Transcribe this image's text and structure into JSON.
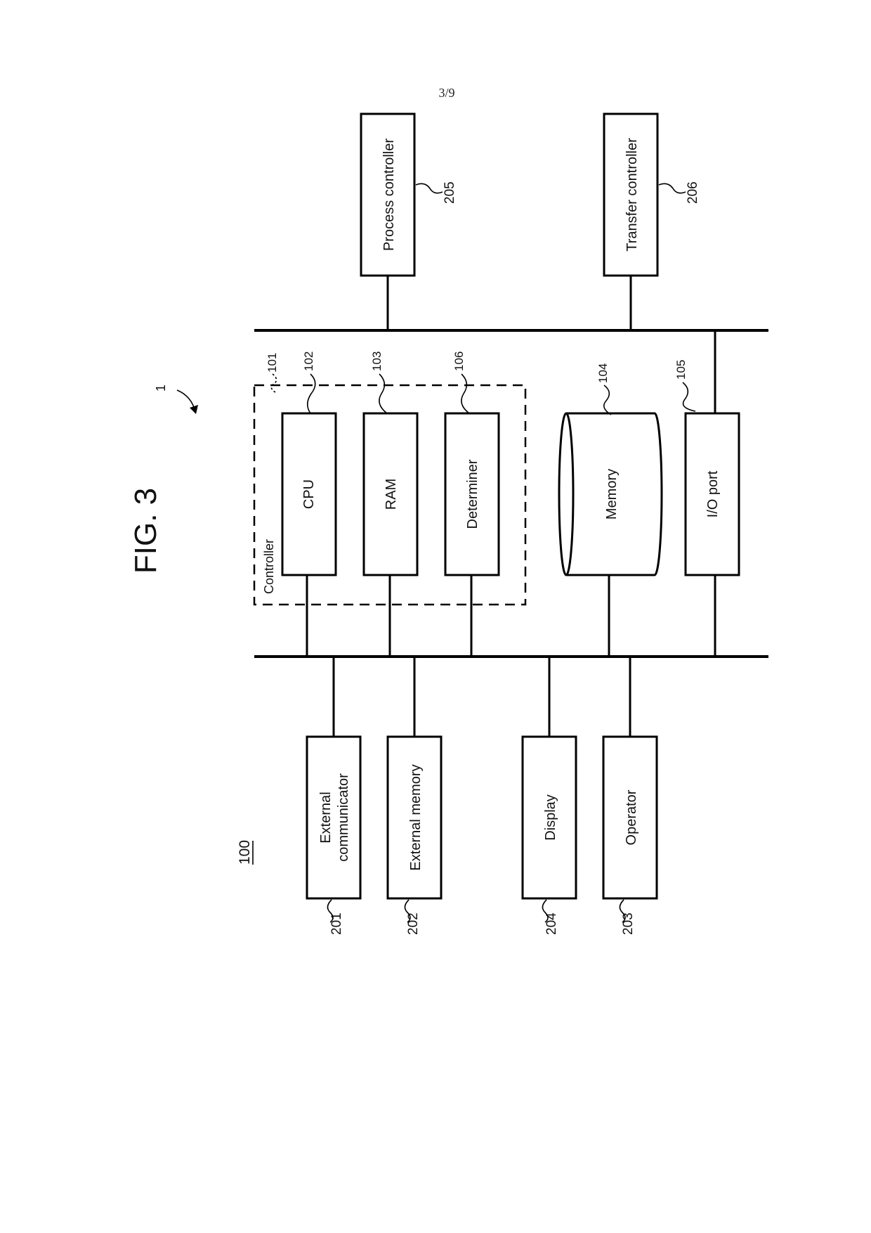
{
  "page": {
    "number": "3/9"
  },
  "figure": {
    "title": "FIG. 3",
    "ref": "1",
    "system_ref": "100"
  },
  "controller": {
    "label": "Controller",
    "ref": "101"
  },
  "blocks": {
    "cpu": {
      "label": "CPU",
      "ref": "102"
    },
    "ram": {
      "label": "RAM",
      "ref": "103"
    },
    "determiner": {
      "label": "Determiner",
      "ref": "106"
    },
    "memory": {
      "label": "Memory",
      "ref": "104"
    },
    "io_port": {
      "label": "I/O port",
      "ref": "105"
    },
    "process_controller": {
      "label": "Process controller",
      "ref": "205"
    },
    "transfer_controller": {
      "label": "Transfer controller",
      "ref": "206"
    },
    "external_communicator": {
      "label_line1": "External",
      "label_line2": "communicator",
      "ref": "201"
    },
    "external_memory": {
      "label": "External memory",
      "ref": "202"
    },
    "display": {
      "label": "Display",
      "ref": "204"
    },
    "operator": {
      "label": "Operator",
      "ref": "203"
    }
  }
}
